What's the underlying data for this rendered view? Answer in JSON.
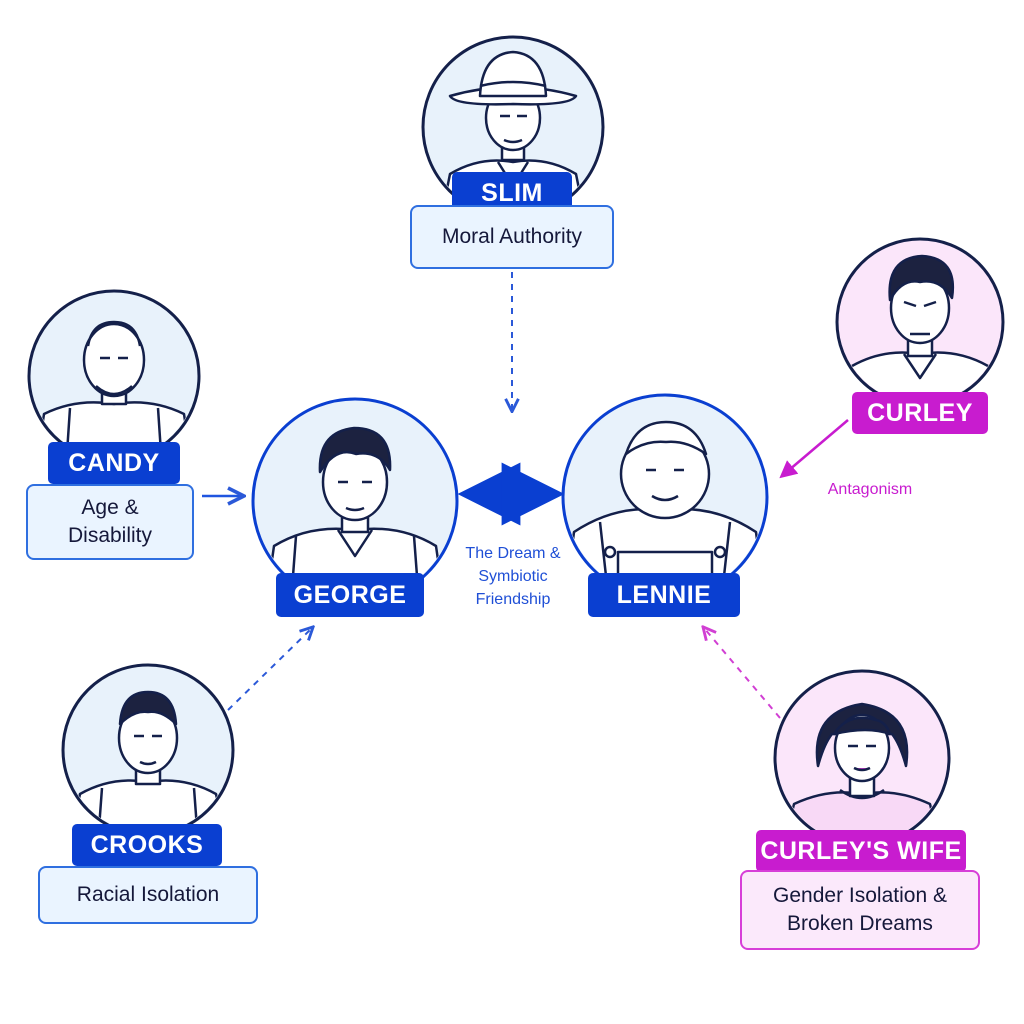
{
  "colors": {
    "blue": "#0a3fd1",
    "blue_light_fill": "#eaf4ff",
    "pink": "#c81ccf",
    "pink_light_fill": "#fbe9fb",
    "ink": "#15183a"
  },
  "nodes": {
    "slim": {
      "name": "SLIM",
      "description": "Moral Authority",
      "portrait_icon": "cowboy-hat-man-portrait"
    },
    "candy": {
      "name": "CANDY",
      "description": "Age &\nDisability",
      "portrait_icon": "old-man-portrait"
    },
    "george": {
      "name": "GEORGE",
      "portrait_icon": "young-man-suspenders-portrait"
    },
    "lennie": {
      "name": "LENNIE",
      "portrait_icon": "large-man-overalls-portrait"
    },
    "curley": {
      "name": "CURLEY",
      "portrait_icon": "angry-man-portrait"
    },
    "crooks": {
      "name": "CROOKS",
      "description": "Racial Isolation",
      "portrait_icon": "man-suspenders-portrait"
    },
    "curleys_wife": {
      "name": "CURLEY'S WIFE",
      "description": "Gender Isolation &\nBroken Dreams",
      "portrait_icon": "woman-curled-hair-portrait"
    }
  },
  "edges": {
    "george_lennie": {
      "label": "The Dream &\nSymbiotic\nFriendship"
    },
    "curley_lennie": {
      "label": "Antagonism"
    }
  }
}
